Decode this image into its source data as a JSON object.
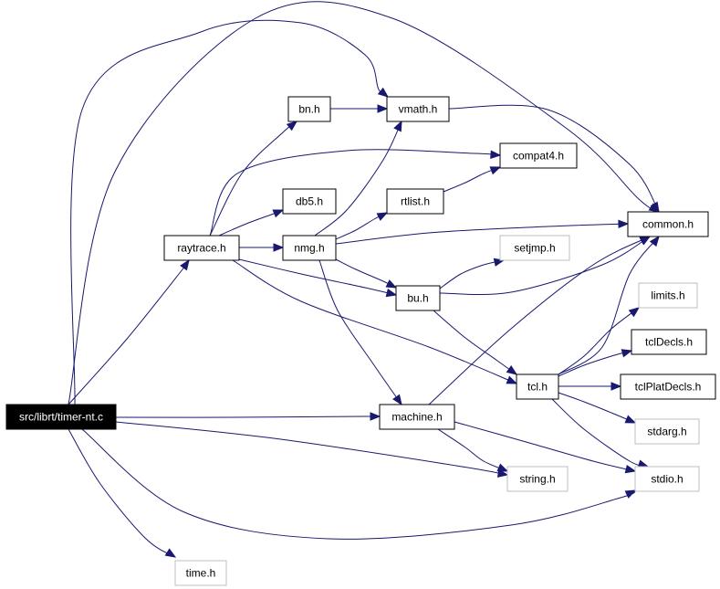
{
  "colors": {
    "edge": "#191970",
    "node_border": "#000000",
    "external_node_border": "#bfbfbf",
    "root_fill": "#000000",
    "root_text": "#ffffff"
  },
  "nodes": {
    "root": "src/librt/timer-nt.c",
    "raytrace": "raytrace.h",
    "bn": "bn.h",
    "vmath": "vmath.h",
    "compat4": "compat4.h",
    "db5": "db5.h",
    "rtlist": "rtlist.h",
    "nmg": "nmg.h",
    "common": "common.h",
    "setjmp": "setjmp.h",
    "bu": "bu.h",
    "limits": "limits.h",
    "tclDecls": "tclDecls.h",
    "tcl": "tcl.h",
    "tclPlatDecls": "tclPlatDecls.h",
    "machine": "machine.h",
    "stdarg": "stdarg.h",
    "string": "string.h",
    "stdio": "stdio.h",
    "time": "time.h"
  },
  "edges": [
    {
      "from": "root",
      "to": "vmath"
    },
    {
      "from": "root",
      "to": "common"
    },
    {
      "from": "root",
      "to": "raytrace"
    },
    {
      "from": "root",
      "to": "machine"
    },
    {
      "from": "root",
      "to": "string"
    },
    {
      "from": "root",
      "to": "stdio"
    },
    {
      "from": "root",
      "to": "time"
    },
    {
      "from": "raytrace",
      "to": "bn"
    },
    {
      "from": "raytrace",
      "to": "compat4"
    },
    {
      "from": "raytrace",
      "to": "db5"
    },
    {
      "from": "raytrace",
      "to": "nmg"
    },
    {
      "from": "raytrace",
      "to": "bu"
    },
    {
      "from": "raytrace",
      "to": "tcl"
    },
    {
      "from": "bn",
      "to": "vmath"
    },
    {
      "from": "vmath",
      "to": "common"
    },
    {
      "from": "nmg",
      "to": "vmath"
    },
    {
      "from": "nmg",
      "to": "rtlist"
    },
    {
      "from": "nmg",
      "to": "common"
    },
    {
      "from": "nmg",
      "to": "bu"
    },
    {
      "from": "nmg",
      "to": "machine"
    },
    {
      "from": "rtlist",
      "to": "compat4"
    },
    {
      "from": "bu",
      "to": "setjmp"
    },
    {
      "from": "bu",
      "to": "common"
    },
    {
      "from": "bu",
      "to": "tcl"
    },
    {
      "from": "tcl",
      "to": "common"
    },
    {
      "from": "tcl",
      "to": "limits"
    },
    {
      "from": "tcl",
      "to": "tclDecls"
    },
    {
      "from": "tcl",
      "to": "tclPlatDecls"
    },
    {
      "from": "tcl",
      "to": "stdarg"
    },
    {
      "from": "tcl",
      "to": "stdio"
    },
    {
      "from": "machine",
      "to": "common"
    },
    {
      "from": "machine",
      "to": "string"
    },
    {
      "from": "machine",
      "to": "stdio"
    }
  ]
}
